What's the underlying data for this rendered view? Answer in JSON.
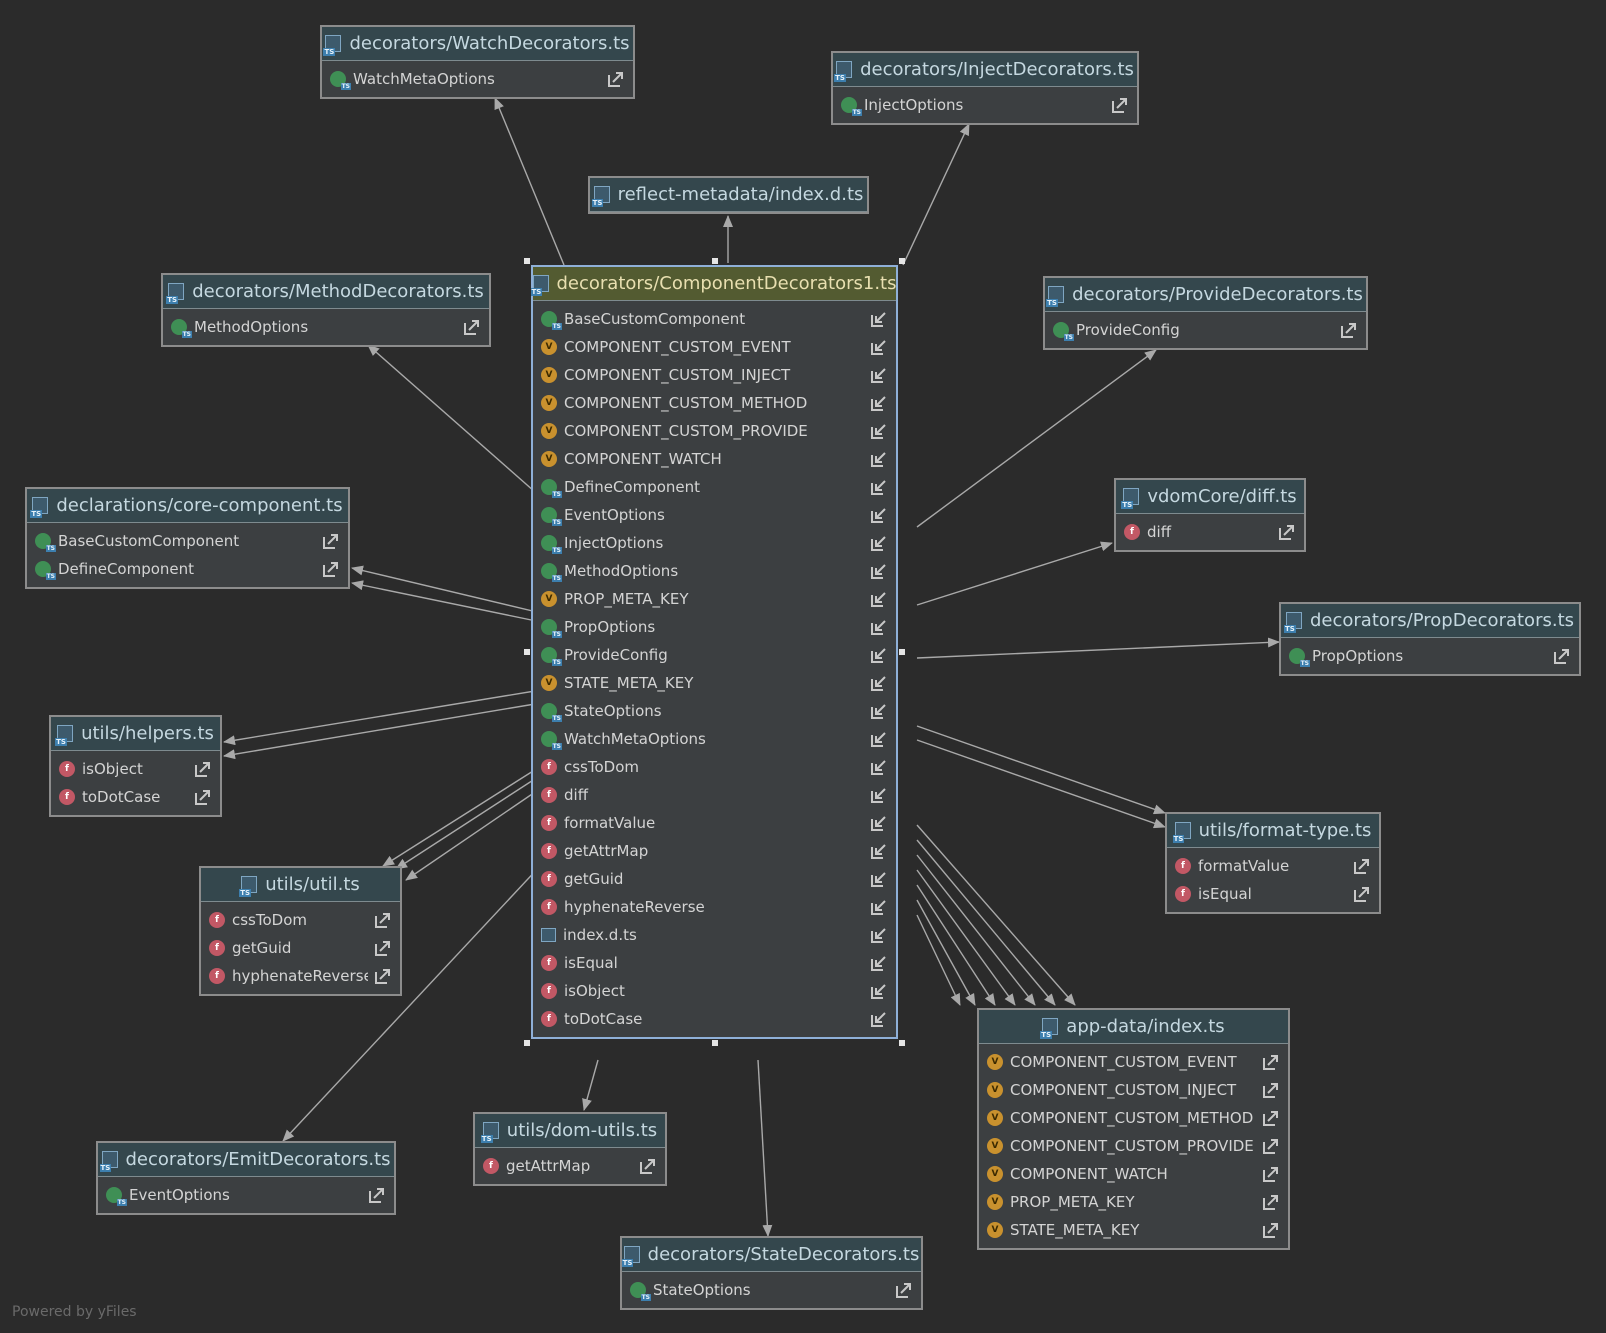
{
  "footer": {
    "powered_by": "Powered by yFiles"
  },
  "icons": {
    "file": "ts-file-icon",
    "class": "class-icon",
    "var": "variable-icon",
    "fn": "function-icon",
    "link_out": "navigate-out-icon",
    "link_in": "navigate-in-icon"
  },
  "colors": {
    "background": "#2b2b2b",
    "edge": "#a9a9a9",
    "central_header": "#535b31",
    "header": "#34474d",
    "selection_border": "#8fb0d8"
  },
  "nodes": [
    {
      "id": "central",
      "title": "decorators/ComponentDecorators1.ts",
      "central": true,
      "link": "in",
      "items": [
        {
          "kind": "class",
          "label": "BaseCustomComponent"
        },
        {
          "kind": "var",
          "label": "COMPONENT_CUSTOM_EVENT"
        },
        {
          "kind": "var",
          "label": "COMPONENT_CUSTOM_INJECT"
        },
        {
          "kind": "var",
          "label": "COMPONENT_CUSTOM_METHOD"
        },
        {
          "kind": "var",
          "label": "COMPONENT_CUSTOM_PROVIDE"
        },
        {
          "kind": "var",
          "label": "COMPONENT_WATCH"
        },
        {
          "kind": "class",
          "label": "DefineComponent"
        },
        {
          "kind": "class",
          "label": "EventOptions"
        },
        {
          "kind": "class",
          "label": "InjectOptions"
        },
        {
          "kind": "class",
          "label": "MethodOptions"
        },
        {
          "kind": "var",
          "label": "PROP_META_KEY"
        },
        {
          "kind": "class",
          "label": "PropOptions"
        },
        {
          "kind": "class",
          "label": "ProvideConfig"
        },
        {
          "kind": "var",
          "label": "STATE_META_KEY"
        },
        {
          "kind": "class",
          "label": "StateOptions"
        },
        {
          "kind": "class",
          "label": "WatchMetaOptions"
        },
        {
          "kind": "fn",
          "label": "cssToDom"
        },
        {
          "kind": "fn",
          "label": "diff"
        },
        {
          "kind": "fn",
          "label": "formatValue"
        },
        {
          "kind": "fn",
          "label": "getAttrMap"
        },
        {
          "kind": "fn",
          "label": "getGuid"
        },
        {
          "kind": "fn",
          "label": "hyphenateReverse"
        },
        {
          "kind": "file",
          "label": "index.d.ts"
        },
        {
          "kind": "fn",
          "label": "isEqual"
        },
        {
          "kind": "fn",
          "label": "isObject"
        },
        {
          "kind": "fn",
          "label": "toDotCase"
        }
      ]
    },
    {
      "id": "watch",
      "title": "decorators/WatchDecorators.ts",
      "link": "out",
      "items": [
        {
          "kind": "class",
          "label": "WatchMetaOptions"
        }
      ]
    },
    {
      "id": "inject",
      "title": "decorators/InjectDecorators.ts",
      "link": "out",
      "items": [
        {
          "kind": "class",
          "label": "InjectOptions"
        }
      ]
    },
    {
      "id": "reflect",
      "title": "reflect-metadata/index.d.ts",
      "link": "out",
      "items": []
    },
    {
      "id": "method",
      "title": "decorators/MethodDecorators.ts",
      "link": "out",
      "items": [
        {
          "kind": "class",
          "label": "MethodOptions"
        }
      ]
    },
    {
      "id": "provide",
      "title": "decorators/ProvideDecorators.ts",
      "link": "out",
      "items": [
        {
          "kind": "class",
          "label": "ProvideConfig"
        }
      ]
    },
    {
      "id": "declarations",
      "title": "declarations/core-component.ts",
      "link": "out",
      "items": [
        {
          "kind": "class",
          "label": "BaseCustomComponent"
        },
        {
          "kind": "class",
          "label": "DefineComponent"
        }
      ]
    },
    {
      "id": "vdom",
      "title": "vdomCore/diff.ts",
      "link": "out",
      "items": [
        {
          "kind": "fn",
          "label": "diff"
        }
      ]
    },
    {
      "id": "prop",
      "title": "decorators/PropDecorators.ts",
      "link": "out",
      "items": [
        {
          "kind": "class",
          "label": "PropOptions"
        }
      ]
    },
    {
      "id": "helpers",
      "title": "utils/helpers.ts",
      "link": "out",
      "items": [
        {
          "kind": "fn",
          "label": "isObject"
        },
        {
          "kind": "fn",
          "label": "toDotCase"
        }
      ]
    },
    {
      "id": "formattype",
      "title": "utils/format-type.ts",
      "link": "out",
      "items": [
        {
          "kind": "fn",
          "label": "formatValue"
        },
        {
          "kind": "fn",
          "label": "isEqual"
        }
      ]
    },
    {
      "id": "util",
      "title": "utils/util.ts",
      "link": "out",
      "items": [
        {
          "kind": "fn",
          "label": "cssToDom"
        },
        {
          "kind": "fn",
          "label": "getGuid"
        },
        {
          "kind": "fn",
          "label": "hyphenateReverse"
        }
      ]
    },
    {
      "id": "appdata",
      "title": "app-data/index.ts",
      "link": "out",
      "items": [
        {
          "kind": "var",
          "label": "COMPONENT_CUSTOM_EVENT"
        },
        {
          "kind": "var",
          "label": "COMPONENT_CUSTOM_INJECT"
        },
        {
          "kind": "var",
          "label": "COMPONENT_CUSTOM_METHOD"
        },
        {
          "kind": "var",
          "label": "COMPONENT_CUSTOM_PROVIDE"
        },
        {
          "kind": "var",
          "label": "COMPONENT_WATCH"
        },
        {
          "kind": "var",
          "label": "PROP_META_KEY"
        },
        {
          "kind": "var",
          "label": "STATE_META_KEY"
        }
      ]
    },
    {
      "id": "domutils",
      "title": "utils/dom-utils.ts",
      "link": "out",
      "items": [
        {
          "kind": "fn",
          "label": "getAttrMap"
        }
      ]
    },
    {
      "id": "emit",
      "title": "decorators/EmitDecorators.ts",
      "link": "out",
      "items": [
        {
          "kind": "class",
          "label": "EventOptions"
        }
      ]
    },
    {
      "id": "state",
      "title": "decorators/StateDecorators.ts",
      "link": "out",
      "items": [
        {
          "kind": "class",
          "label": "StateOptions"
        }
      ]
    }
  ],
  "edges": [
    {
      "from": "central",
      "to": "watch"
    },
    {
      "from": "central",
      "to": "inject"
    },
    {
      "from": "central",
      "to": "reflect"
    },
    {
      "from": "central",
      "to": "method"
    },
    {
      "from": "central",
      "to": "provide"
    },
    {
      "from": "central",
      "to": "declarations"
    },
    {
      "from": "central",
      "to": "declarations"
    },
    {
      "from": "central",
      "to": "vdom"
    },
    {
      "from": "central",
      "to": "prop"
    },
    {
      "from": "central",
      "to": "helpers"
    },
    {
      "from": "central",
      "to": "helpers"
    },
    {
      "from": "central",
      "to": "formattype"
    },
    {
      "from": "central",
      "to": "formattype"
    },
    {
      "from": "central",
      "to": "util"
    },
    {
      "from": "central",
      "to": "util"
    },
    {
      "from": "central",
      "to": "util"
    },
    {
      "from": "central",
      "to": "appdata"
    },
    {
      "from": "central",
      "to": "appdata"
    },
    {
      "from": "central",
      "to": "appdata"
    },
    {
      "from": "central",
      "to": "appdata"
    },
    {
      "from": "central",
      "to": "appdata"
    },
    {
      "from": "central",
      "to": "appdata"
    },
    {
      "from": "central",
      "to": "appdata"
    },
    {
      "from": "central",
      "to": "domutils"
    },
    {
      "from": "central",
      "to": "emit"
    },
    {
      "from": "central",
      "to": "state"
    }
  ]
}
